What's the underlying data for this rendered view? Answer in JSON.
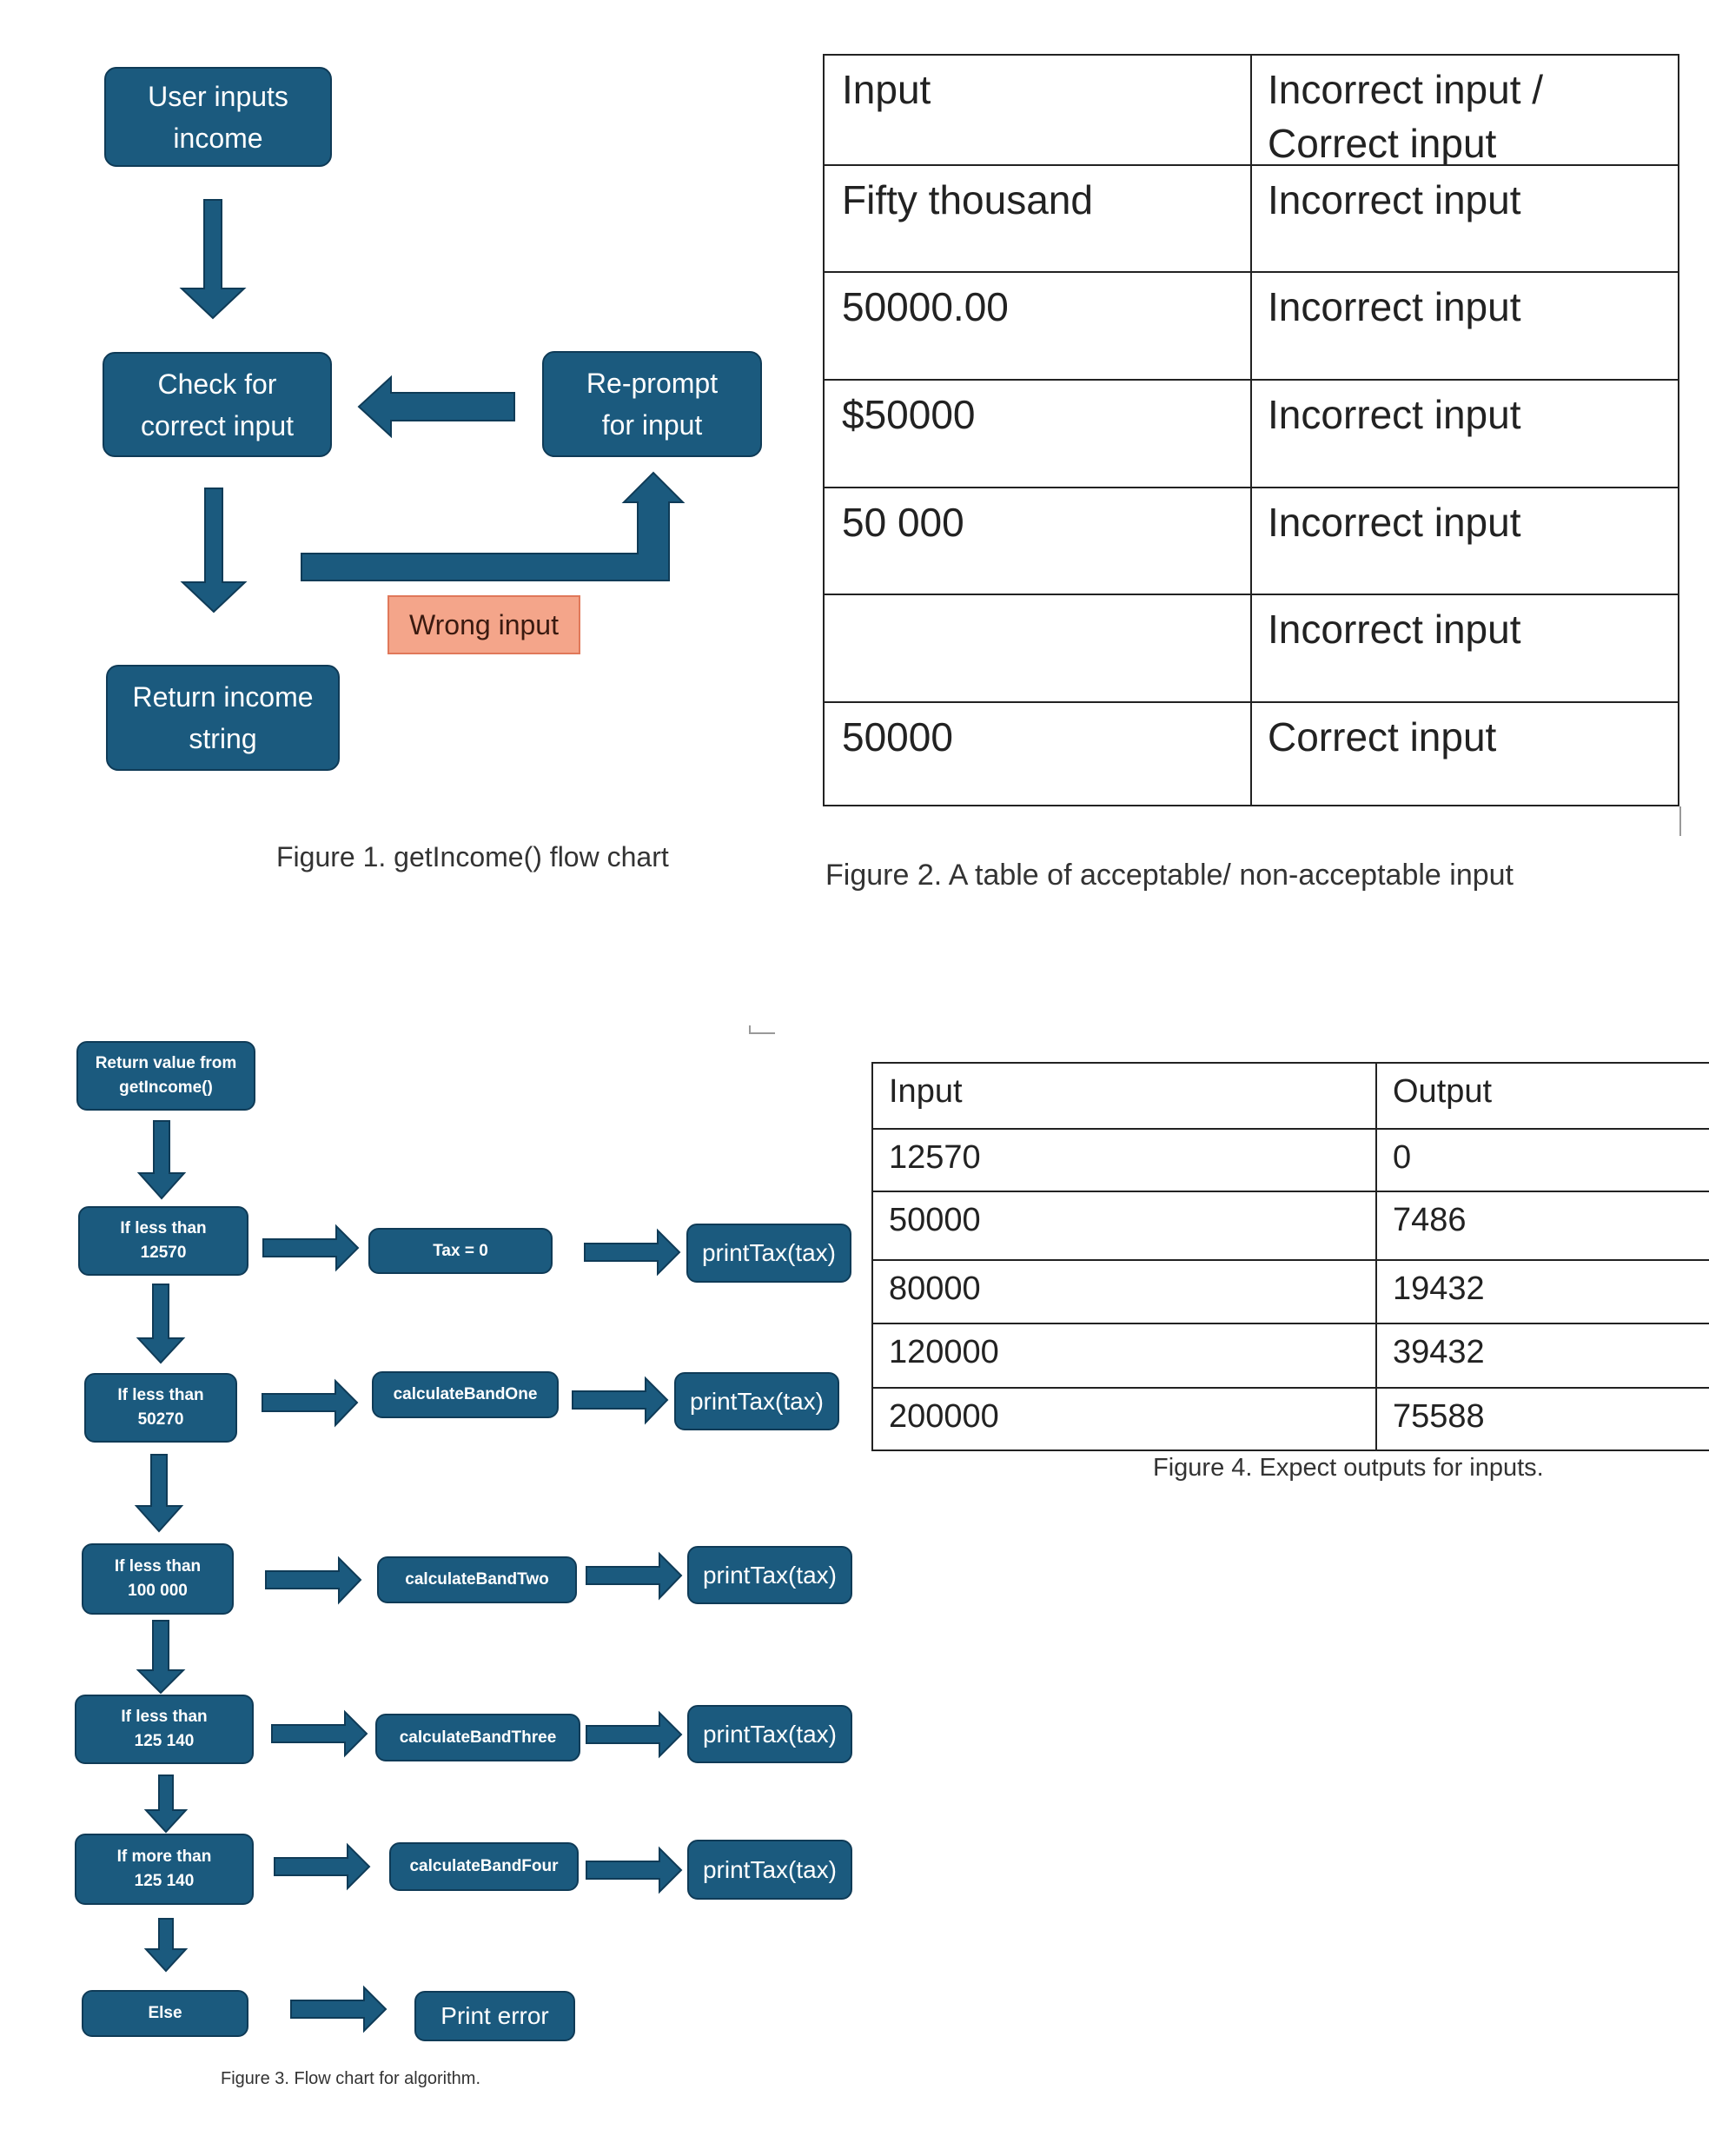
{
  "figure1": {
    "nodes": {
      "user_inputs": "User inputs\nincome",
      "check": "Check for\ncorrect input",
      "reprompt": "Re-prompt\nfor input",
      "return_income": "Return income\nstring"
    },
    "wrong_input_label": "Wrong input",
    "caption": "Figure 1. getIncome() flow chart",
    "colors": {
      "node_fill": "#1b5a7e",
      "node_border": "#0f3b57",
      "label_fill": "#f4a58a"
    }
  },
  "figure2": {
    "header": [
      "Input",
      "Incorrect input /\nCorrect input"
    ],
    "rows": [
      [
        "Fifty thousand",
        "Incorrect input"
      ],
      [
        "50000.00",
        "Incorrect input"
      ],
      [
        "$50000",
        "Incorrect input"
      ],
      [
        "50 000",
        "Incorrect input"
      ],
      [
        "",
        "Incorrect input"
      ],
      [
        "50000",
        "Correct input"
      ]
    ],
    "caption": "Figure 2. A table of acceptable/ non-acceptable input"
  },
  "figure3": {
    "start": "Return value from\ngetIncome()",
    "conditions": [
      "If less than\n12570",
      "If less than\n50270",
      "If less than\n100 000",
      "If less than\n125 140",
      "If more than\n125 140",
      "Else"
    ],
    "actions": [
      "Tax = 0",
      "calculateBandOne",
      "calculateBandTwo",
      "calculateBandThree",
      "calculateBandFour",
      "Print error"
    ],
    "outputs": [
      "printTax(tax)",
      "printTax(tax)",
      "printTax(tax)",
      "printTax(tax)",
      "printTax(tax)"
    ],
    "caption": "Figure 3. Flow chart for algorithm."
  },
  "figure4": {
    "header": [
      "Input",
      "Output"
    ],
    "rows": [
      [
        "12570",
        "0"
      ],
      [
        "50000",
        "7486"
      ],
      [
        "80000",
        "19432"
      ],
      [
        "120000",
        "39432"
      ],
      [
        "200000",
        "75588"
      ]
    ],
    "caption": "Figure 4. Expect outputs for inputs."
  }
}
